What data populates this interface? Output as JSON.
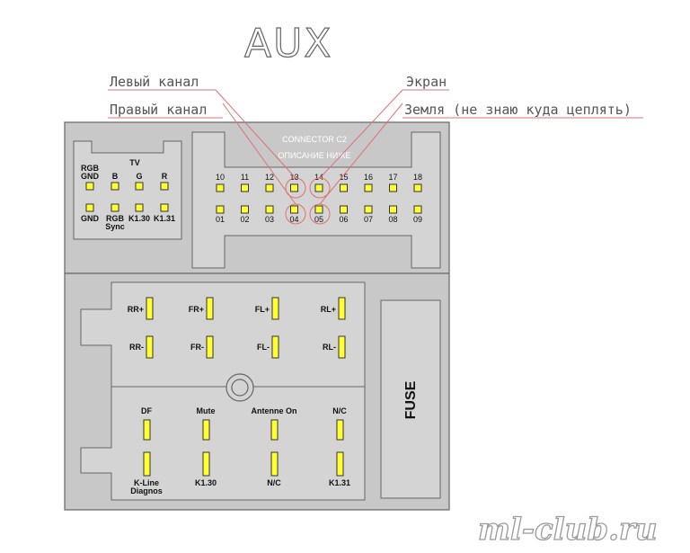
{
  "title": "AUX",
  "annotations": {
    "left_channel": "Левый канал",
    "right_channel": "Правый канал",
    "screen": "Экран",
    "ground": "Земля (не знаю куда цеплять)"
  },
  "connector_c2": {
    "title": "CONNECTOR C2",
    "subtitle": "ОПИСАНИЕ НИЖЕ",
    "top_pins": [
      "10",
      "11",
      "12",
      "13",
      "14",
      "15",
      "16",
      "17",
      "18"
    ],
    "bottom_pins": [
      "01",
      "02",
      "03",
      "04",
      "05",
      "06",
      "07",
      "08",
      "09"
    ]
  },
  "tv_block": {
    "title": "TV",
    "top_labels": [
      "RGB GND",
      "B",
      "G",
      "R"
    ],
    "bottom_labels": [
      "GND",
      "RGB Sync",
      "K1.30",
      "K1.31"
    ]
  },
  "speakers": {
    "top_row": [
      "RR+",
      "FR+",
      "FL+",
      "RL+"
    ],
    "bottom_row": [
      "RR-",
      "FR-",
      "FL-",
      "RL-"
    ]
  },
  "power": {
    "top_labels": [
      "DF",
      "Mute",
      "Antenne On",
      "N/C"
    ],
    "bottom_labels": [
      "K-Line Diagnos",
      "K1.30",
      "N/C",
      "K1.31"
    ]
  },
  "fuse": {
    "label": "FUSE"
  },
  "watermark": "ml-club.ru",
  "colors": {
    "pin": "#ffff33",
    "body": "#c8c8c8",
    "panel": "#d4d4d4",
    "line": "#e07070"
  }
}
